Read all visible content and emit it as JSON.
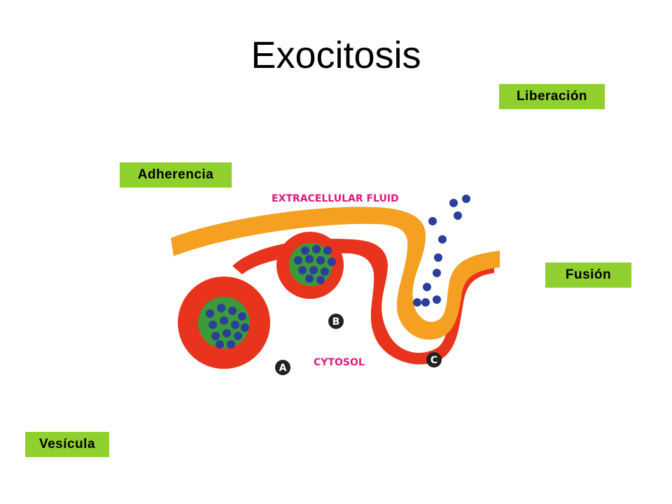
{
  "slide": {
    "title": "Exocitosis"
  },
  "tags": {
    "liberacion": "Liberación",
    "adherencia": "Adherencia",
    "fusion": "Fusión",
    "vesicula": "Vesícula"
  },
  "figure": {
    "extracellular_label": "EXTRACELLULAR FLUID",
    "cytosol_label": "CYTOSOL",
    "stage_a": "A",
    "stage_b": "B",
    "stage_c": "C"
  },
  "colors": {
    "tag_background": "#8fcf2e",
    "membrane": "#f5a020",
    "vesicle_wall": "#e8341c",
    "vesicle_content": "#3c9a3a",
    "granule": "#2b3f9a",
    "label_text": "#e0197a",
    "stage_marker": "#222222"
  }
}
